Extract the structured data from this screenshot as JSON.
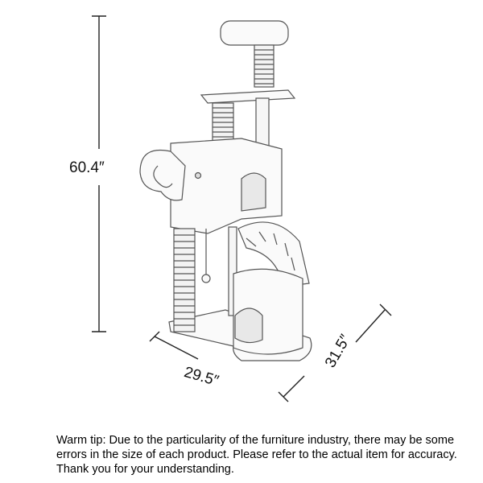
{
  "dimensions": {
    "height": "60.4″",
    "width": "29.5″",
    "depth": "31.5″"
  },
  "notice": {
    "line1": "Warm tip: Due to the particularity of the furniture industry, there may be some",
    "line2": "errors in the size of each product. Please refer to the actual item for accuracy.",
    "line3": "Thank you for your understanding."
  },
  "colors": {
    "line": "#222222",
    "sketch": "#555555",
    "background": "#ffffff"
  }
}
